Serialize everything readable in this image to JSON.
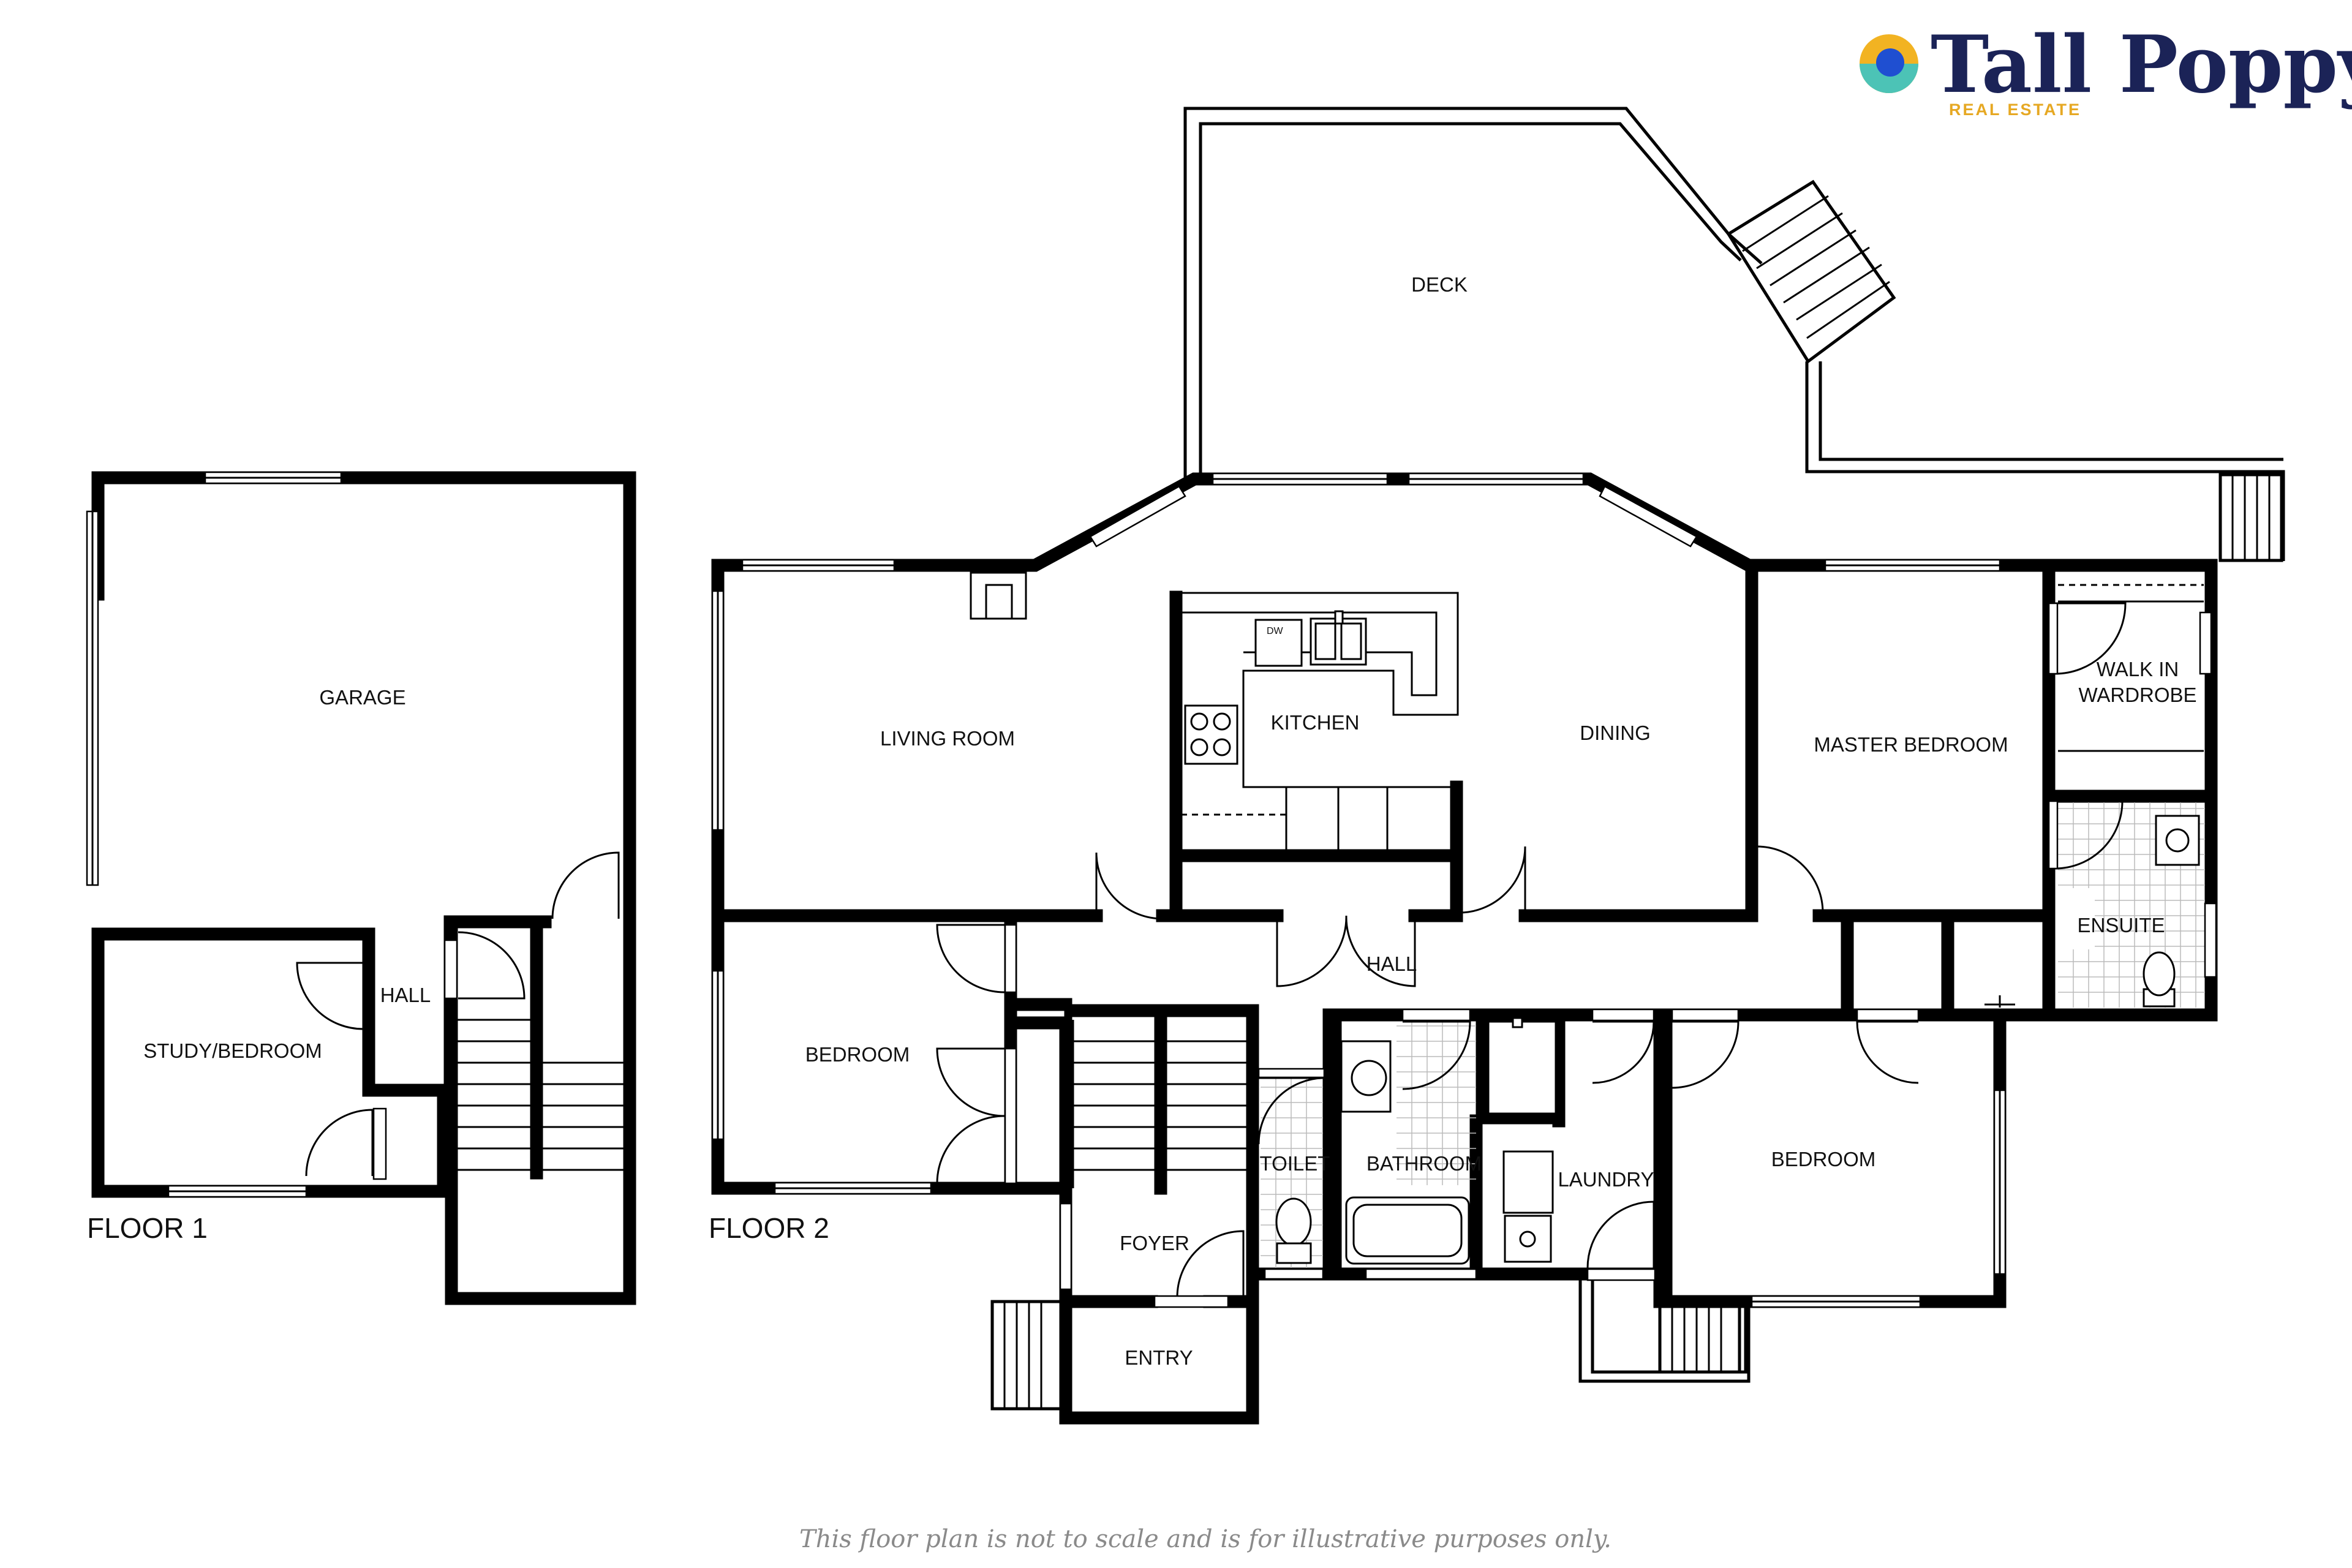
{
  "brand": {
    "name": "Tall Poppy",
    "subtitle": "REAL ESTATE",
    "colors": {
      "navy": "#1b2357",
      "gold": "#f2b322",
      "teal": "#4cc3b6",
      "blue": "#1f4fd1"
    }
  },
  "floors": {
    "floor1": "FLOOR 1",
    "floor2": "FLOOR 2"
  },
  "rooms": {
    "garage": "GARAGE",
    "study_bedroom": "STUDY/BEDROOM",
    "hall_floor1": "HALL",
    "deck": "DECK",
    "living_room": "LIVING ROOM",
    "kitchen": "KITCHEN",
    "dining": "DINING",
    "master_bedroom": "MASTER BEDROOM",
    "walk_in_wardrobe_line1": "WALK IN",
    "walk_in_wardrobe_line2": "WARDROBE",
    "ensuite": "ENSUITE",
    "hall_floor2": "HALL",
    "bedroom_west": "BEDROOM",
    "toilet": "TOILET",
    "bathroom": "BATHROOM",
    "laundry": "LAUNDRY",
    "bedroom_east": "BEDROOM",
    "foyer": "FOYER",
    "entry": "ENTRY"
  },
  "appliance_labels": {
    "dishwasher": "DW"
  },
  "disclaimer": "This floor plan is not to scale and is for illustrative purposes only."
}
